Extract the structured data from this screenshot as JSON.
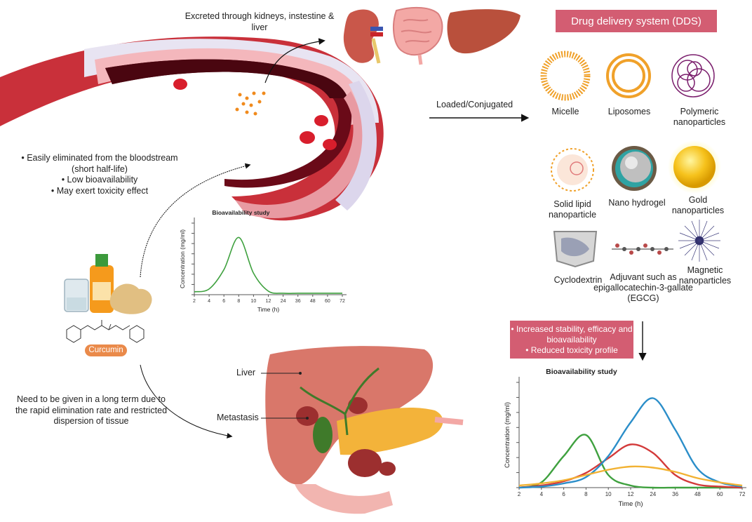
{
  "excretion_text": "Excreted through kidneys, instestine & liver",
  "elimination_points": [
    "• Easily eliminated from the bloodstream (short half-life)",
    "• Low bioavailability",
    "• May exert toxicity effect"
  ],
  "curcumin_label": "Curcumin",
  "long_term_text": "Need to be given in a long term due to the rapid elimination rate and restricted dispersion of tissue",
  "liver_label": "Liver",
  "metastasis_label": "Metastasis",
  "loaded_label": "Loaded/Conjugated",
  "dds_title": "Drug delivery system (DDS)",
  "dds_items": {
    "micelle": "Micelle",
    "liposomes": "Liposomes",
    "polymeric": "Polymeric nanoparticles",
    "solid_lipid": "Solid lipid nanoparticle",
    "nano_hydrogel": "Nano hydrogel",
    "gold": "Gold nanoparticles",
    "cyclodextrin": "Cyclodextrin",
    "adjuvant": "Adjuvant such as epigallocatechin-3-gallate (EGCG)",
    "magnetic": "Magnetic nanoparticles"
  },
  "benefits": [
    "• Increased stability, efficacy and bioavailability",
    "• Reduced toxicity profile"
  ],
  "chart_data": [
    {
      "type": "line",
      "title": "Bioavailability study",
      "xlabel": "Time (h)",
      "ylabel": "Concentration (mg/ml)",
      "x": [
        "2",
        "4",
        "6",
        "8",
        "10",
        "12",
        "24",
        "36",
        "48",
        "60",
        "72"
      ],
      "series": [
        {
          "color": "#3fa13f",
          "values": [
            0.04,
            0.08,
            0.35,
            0.8,
            0.3,
            0.05,
            0.02,
            0.02,
            0.02,
            0.02,
            0.02
          ]
        }
      ],
      "ylim": [
        0,
        1
      ],
      "grid": false
    },
    {
      "type": "line",
      "title": "Bioavailability study",
      "xlabel": "Time (h)",
      "ylabel": "Concentration (mg/ml)",
      "x": [
        "2",
        "4",
        "6",
        "8",
        "10",
        "12",
        "24",
        "36",
        "48",
        "60",
        "72"
      ],
      "series": [
        {
          "color": "#3fa13f",
          "values": [
            0.0,
            0.05,
            0.3,
            0.5,
            0.12,
            0.02,
            0.0,
            0.0,
            0.0,
            0.0,
            0.0
          ]
        },
        {
          "color": "#d33a3a",
          "values": [
            0.0,
            0.02,
            0.06,
            0.14,
            0.28,
            0.41,
            0.33,
            0.12,
            0.03,
            0.01,
            0.0
          ]
        },
        {
          "color": "#2b8ec9",
          "values": [
            0.0,
            0.01,
            0.04,
            0.1,
            0.3,
            0.62,
            0.85,
            0.55,
            0.18,
            0.05,
            0.01
          ]
        },
        {
          "color": "#f2b233",
          "values": [
            0.02,
            0.04,
            0.07,
            0.12,
            0.17,
            0.2,
            0.19,
            0.15,
            0.09,
            0.05,
            0.02
          ]
        }
      ],
      "ylim": [
        0,
        1
      ],
      "grid": false
    }
  ]
}
